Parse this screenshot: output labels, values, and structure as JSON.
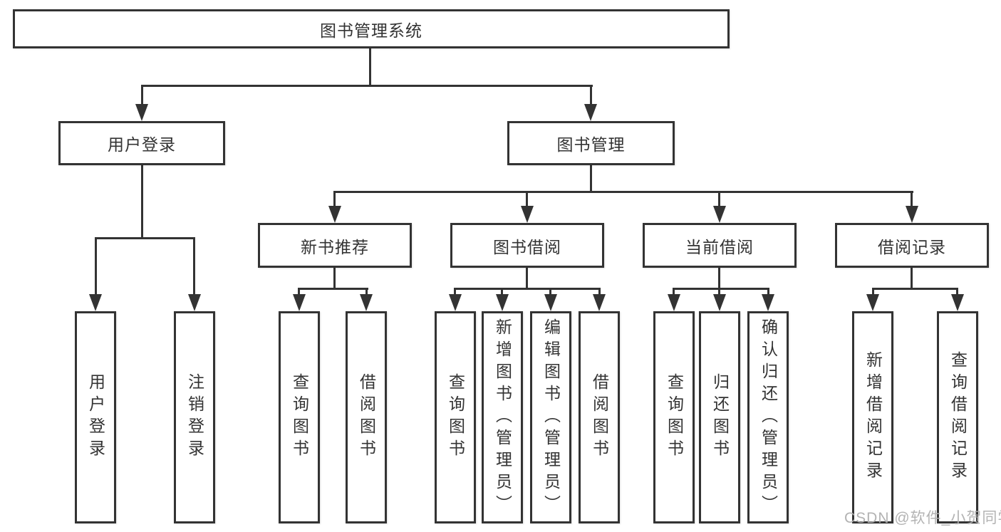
{
  "tree": {
    "root": "图书管理系统",
    "user_login": {
      "label": "用户登录",
      "children": [
        "用户登录",
        "注销登录"
      ]
    },
    "book_mgmt": {
      "label": "图书管理",
      "sections": {
        "new_books": {
          "label": "新书推荐",
          "children": [
            "查询图书",
            "借阅图书"
          ]
        },
        "book_borrow": {
          "label": "图书借阅",
          "children": [
            "查询图书",
            "新增图书（管理员）",
            "编辑图书（管理员）",
            "借阅图书"
          ]
        },
        "current_borrow": {
          "label": "当前借阅",
          "children": [
            "查询图书",
            "归还图书",
            "确认归还（管理员）"
          ]
        },
        "borrow_records": {
          "label": "借阅记录",
          "children": [
            "新增借阅记录",
            "查询借阅记录"
          ]
        }
      }
    }
  },
  "watermark": "CSDN @软件_小贺同学",
  "colors": {
    "line": "#333333",
    "text": "#333333",
    "watermark": "#afafaf",
    "background": "#ffffff"
  }
}
